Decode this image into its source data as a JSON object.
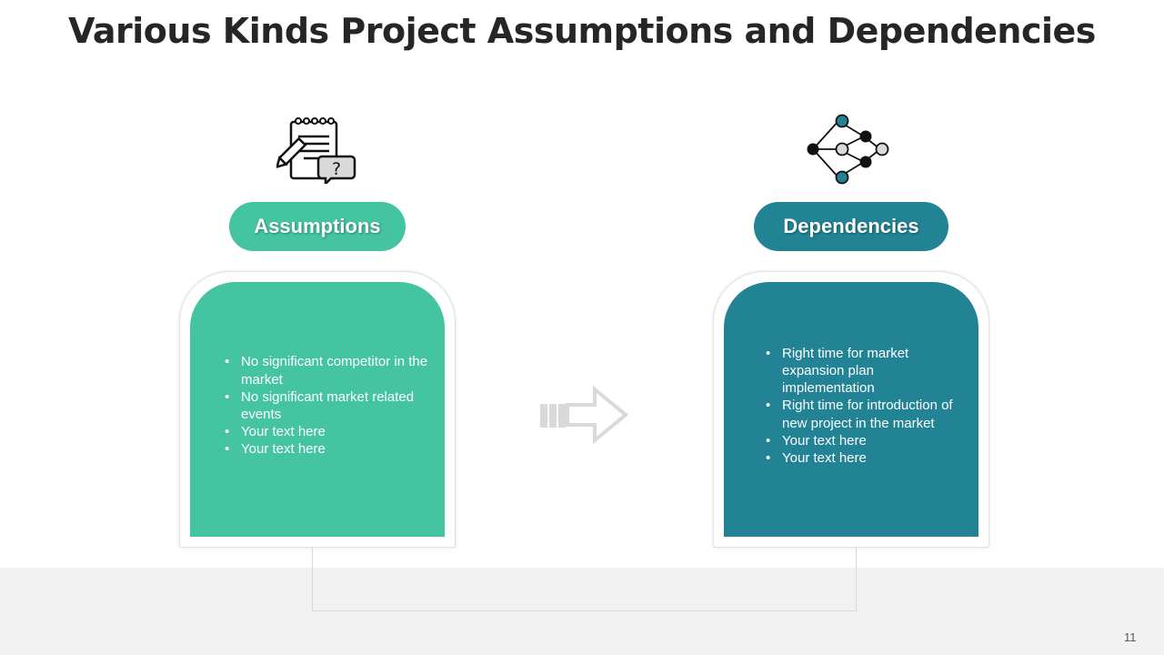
{
  "slide": {
    "title": "Various Kinds Project Assumptions and Dependencies",
    "page_number": "11"
  },
  "colors": {
    "assumptions": "#44c4a1",
    "dependencies": "#218394",
    "title_text": "#262626",
    "arrow": "#d9d9d9",
    "bottom_band": "#f2f2f2"
  },
  "assumptions": {
    "label": "Assumptions",
    "icon": "notepad-question-icon",
    "items": [
      "No significant  competitor in the market",
      "No significant market related events",
      "Your text here",
      "Your text here"
    ]
  },
  "dependencies": {
    "label": "Dependencies",
    "icon": "network-flow-icon",
    "items": [
      "Right time for market expansion plan implementation",
      "Right time for introduction of new project in the market",
      "Your text here",
      "Your text here"
    ]
  },
  "connector_arrow": {
    "icon": "right-arrow-icon"
  }
}
